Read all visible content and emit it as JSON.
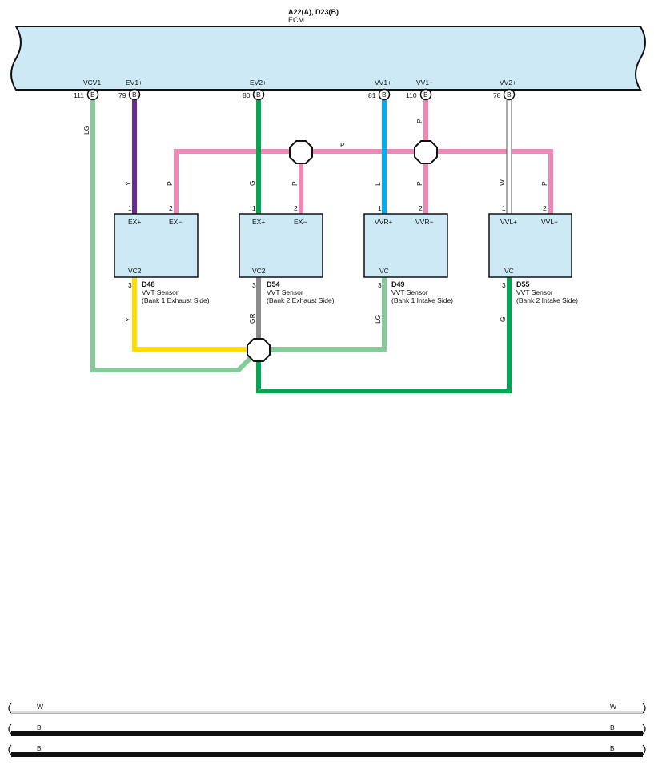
{
  "ecm": {
    "connectors": "A22(A), D23(B)",
    "name": "ECM",
    "fill": "#cde9f6",
    "pins": [
      {
        "signal": "VCV1",
        "num": "111",
        "conn": "B"
      },
      {
        "signal": "EV1+",
        "num": "79",
        "conn": "B"
      },
      {
        "signal": "EV2+",
        "num": "80",
        "conn": "B"
      },
      {
        "signal": "VV1+",
        "num": "81",
        "conn": "B"
      },
      {
        "signal": "VV1−",
        "num": "110",
        "conn": "B"
      },
      {
        "signal": "VV2+",
        "num": "78",
        "conn": "B"
      }
    ]
  },
  "sensors": [
    {
      "id": "D48",
      "name": "VVT Sensor",
      "desc": "(Bank 1 Exhaust Side)",
      "pin_plus": "EX+",
      "pin_minus": "EX−",
      "pin_vc": "VC2",
      "n1": "1",
      "n2": "2",
      "n3": "3"
    },
    {
      "id": "D54",
      "name": "VVT Sensor",
      "desc": "(Bank 2 Exhaust Side)",
      "pin_plus": "EX+",
      "pin_minus": "EX−",
      "pin_vc": "VC2",
      "n1": "1",
      "n2": "2",
      "n3": "3"
    },
    {
      "id": "D49",
      "name": "VVT Sensor",
      "desc": "(Bank 1 Intake Side)",
      "pin_plus": "VVR+",
      "pin_minus": "VVR−",
      "pin_vc": "VC",
      "n1": "1",
      "n2": "2",
      "n3": "3"
    },
    {
      "id": "D55",
      "name": "VVT Sensor",
      "desc": "(Bank 2 Intake Side)",
      "pin_plus": "VVL+",
      "pin_minus": "VVL−",
      "pin_vc": "VC",
      "n1": "1",
      "n2": "2",
      "n3": "3"
    }
  ],
  "wire_labels": {
    "vcv1": "LG",
    "ev1": "Y",
    "d48_minus": "P",
    "ev2": "G",
    "d54_minus": "P",
    "vv1p": "L",
    "vv1m_top": "P",
    "vv1m_low": "P",
    "vv2": "W",
    "d55_minus": "P",
    "bus_p": "P",
    "d48_vc": "Y",
    "d54_vc": "GR",
    "d49_vc": "LG",
    "d55_vc": "G"
  },
  "colors": {
    "LG": "#86cc9a",
    "V": "#6a2c91",
    "G": "#00a651",
    "L": "#00aeef",
    "P": "#f088b6",
    "W": "#ffffff",
    "Y": "#ffdd00",
    "GR": "#8c8c8c",
    "B": "#111111"
  },
  "legend": [
    {
      "left": "W",
      "right": "W"
    },
    {
      "left": "B",
      "right": "B"
    },
    {
      "left": "B",
      "right": "B"
    }
  ]
}
